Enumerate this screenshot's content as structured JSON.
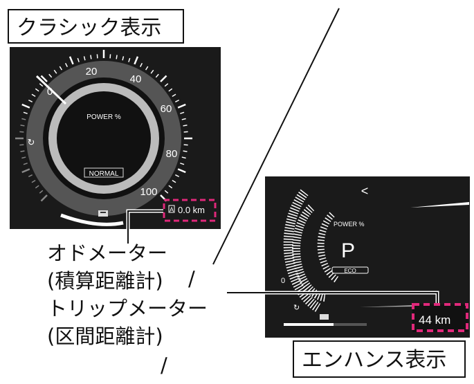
{
  "classic": {
    "title": "クラシック表示",
    "gauge_labels": [
      "0",
      "20",
      "40",
      "60",
      "80",
      "100"
    ],
    "power_label": "POWER %",
    "mode": "NORMAL",
    "odometer_icon": "A",
    "odometer_value": "0.0 km"
  },
  "enhance": {
    "title": "エンハンス表示",
    "power_label": "POWER %",
    "gear": "P",
    "mode": "ECO",
    "zero_label": "0",
    "chevron": "<",
    "trip_value": "44 km",
    "battery_level_fraction": 0.6
  },
  "callouts": {
    "odometer": "オドメーター",
    "odometer_sub": "(積算距離計)",
    "slash1": "/",
    "trip": "トリップメーター",
    "trip_sub": "(区間距離計)",
    "slash2": "/"
  },
  "colors": {
    "highlight": "#e0287a",
    "panel": "#1a1a1a"
  }
}
